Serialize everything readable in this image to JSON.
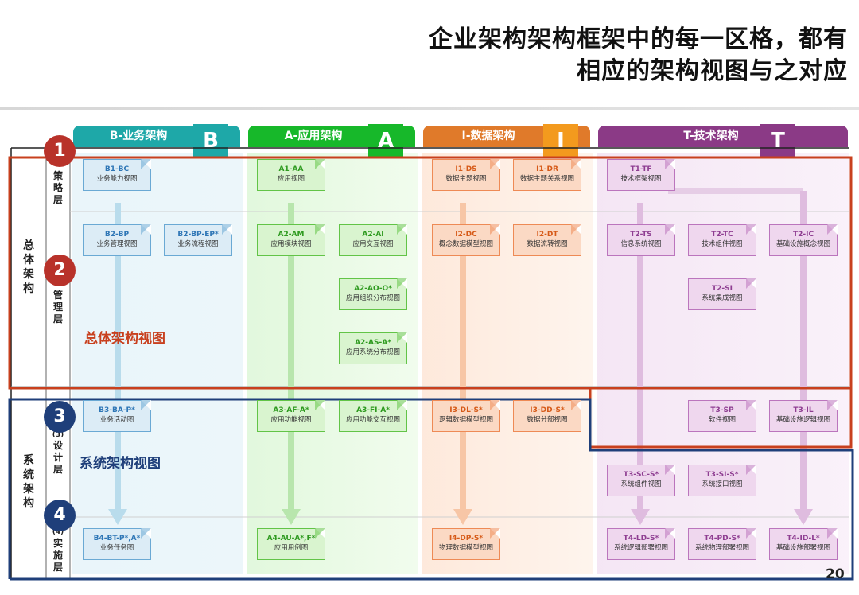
{
  "title": {
    "line1": "企业架构架构框架中的每一区格，都有",
    "line2": "相应的架构视图与之对应"
  },
  "columns": [
    {
      "label": "B-业务架构",
      "letter": "B",
      "color": "#1ea8a8",
      "head": "#1ea8a8"
    },
    {
      "label": "A-应用架构",
      "letter": "A",
      "color": "#17b82a",
      "head": "#17b82a"
    },
    {
      "label": "I-数据架构",
      "letter": "I",
      "color": "#f39a1e",
      "head": "#e07a2a"
    },
    {
      "label": "T-技术架构",
      "letter": "T",
      "color": "#8b3a86",
      "head": "#8b3a86"
    }
  ],
  "side": {
    "top": "总体架构",
    "bottom": "系统架构"
  },
  "layers": {
    "l1": "策略层",
    "l2": "管理层",
    "l3prefix": "(3)",
    "l3": "设计层",
    "l4prefix": "(4)",
    "l4": "实施层"
  },
  "numbers": [
    "1",
    "2",
    "3",
    "4"
  ],
  "regions": {
    "overall": "总体架构视图",
    "system": "系统架构视图"
  },
  "page_number": "20",
  "cards": {
    "b1bc": {
      "code": "B1-BC",
      "name": "业务能力视图"
    },
    "a1aa": {
      "code": "A1-AA",
      "name": "应用视图"
    },
    "i1ds": {
      "code": "I1-DS",
      "name": "数据主题视图"
    },
    "i1dr": {
      "code": "I1-DR",
      "name": "数据主题关系视图"
    },
    "t1tf": {
      "code": "T1-TF",
      "name": "技术框架视图"
    },
    "b2bp": {
      "code": "B2-BP",
      "name": "业务管理视图"
    },
    "b2bpep": {
      "code": "B2-BP-EP*",
      "name": "业务流程视图"
    },
    "a2am": {
      "code": "A2-AM",
      "name": "应用模块视图"
    },
    "a2ai": {
      "code": "A2-AI",
      "name": "应用交互视图"
    },
    "a2ao": {
      "code": "A2-AO-O*",
      "name": "应用组织分布视图"
    },
    "a2as": {
      "code": "A2-AS-A*",
      "name": "应用系统分布视图"
    },
    "i2dc": {
      "code": "I2-DC",
      "name": "概念数据模型视图"
    },
    "i2dt": {
      "code": "I2-DT",
      "name": "数据流转视图"
    },
    "t2ts": {
      "code": "T2-TS",
      "name": "信息系统视图"
    },
    "t2tc": {
      "code": "T2-TC",
      "name": "技术组件视图"
    },
    "t2ic": {
      "code": "T2-IC",
      "name": "基础设施概念视图"
    },
    "t2si": {
      "code": "T2-SI",
      "name": "系统集成视图"
    },
    "b3ba": {
      "code": "B3-BA-P*",
      "name": "业务活动图"
    },
    "a3af": {
      "code": "A3-AF-A*",
      "name": "应用功能视图"
    },
    "a3fi": {
      "code": "A3-FI-A*",
      "name": "应用功能交互视图"
    },
    "i3dl": {
      "code": "I3-DL-S*",
      "name": "逻辑数据模型视图"
    },
    "i3dd": {
      "code": "I3-DD-S*",
      "name": "数据分部视图"
    },
    "t3sp": {
      "code": "T3-SP",
      "name": "软件视图"
    },
    "t3il": {
      "code": "T3-IL",
      "name": "基础设施逻辑视图"
    },
    "t3sc": {
      "code": "T3-SC-S*",
      "name": "系统组件视图"
    },
    "t3si": {
      "code": "T3-SI-S*",
      "name": "系统接口视图"
    },
    "b4bt": {
      "code": "B4-BT-P*,A*",
      "name": "业务任务图"
    },
    "a4au": {
      "code": "A4-AU-A*,F*",
      "name": "应用用例图"
    },
    "i4dp": {
      "code": "I4-DP-S*",
      "name": "物理数据模型视图"
    },
    "t4ld": {
      "code": "T4-LD-S*",
      "name": "系统逻辑部署视图"
    },
    "t4pd": {
      "code": "T4-PD-S*",
      "name": "系统物理部署视图"
    },
    "t4id": {
      "code": "T4-ID-L*",
      "name": "基础设施部署视图"
    }
  },
  "colors": {
    "overall_frame": "#c8401e",
    "system_frame": "#1f3f7a",
    "num_red": "#b8322a",
    "num_blue": "#1f3f7a"
  }
}
